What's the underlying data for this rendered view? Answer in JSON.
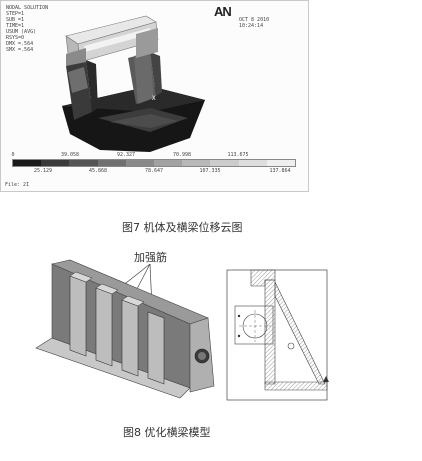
{
  "figure7": {
    "info_lines": [
      "NODAL SOLUTION",
      "STEP=1",
      "SUB =1",
      "TIME=1",
      "USUM   (AVG)",
      "RSYS=0",
      "DMX =.564",
      "SMX =.564"
    ],
    "logo": "AN",
    "date": "OCT  8 2010",
    "time": "10:24:14",
    "legend_labels_top": [
      "0",
      "39.058",
      "92.327",
      "70.998",
      "113.675"
    ],
    "legend_labels_bottom": [
      "25.129",
      "45.868",
      "78.647",
      "107.335",
      "137.864"
    ],
    "legend_colors": [
      "#1a1a1a",
      "#3a3a3a",
      "#555555",
      "#707070",
      "#8a8a8a",
      "#a2a2a2",
      "#b8b8b8",
      "#cccccc",
      "#dedede",
      "#efefef"
    ],
    "file_label": "File: 2I",
    "node_marker": "X",
    "caption": "图7 机体及横梁位移云图"
  },
  "figure8": {
    "callout": "加强筋",
    "caption": "图8 优化横梁模型"
  }
}
